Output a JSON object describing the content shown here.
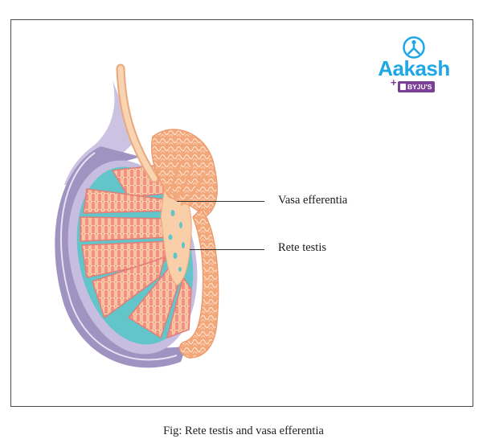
{
  "figure": {
    "caption": "Fig: Rete testis and vasa efferentia",
    "labels": [
      {
        "id": "vasa-efferentia",
        "text": "Vasa efferentia"
      },
      {
        "id": "rete-testis",
        "text": "Rete testis"
      }
    ]
  },
  "logo": {
    "icon": "aakash-person-icon",
    "wordmark": "Aakash",
    "plus": "+",
    "partner": "BYJU'S",
    "colors": {
      "brand": "#1ea7e4",
      "partner": "#7b3f98"
    }
  },
  "colors": {
    "tunica_outer": "#9f93c2",
    "tunica_inner": "#c6bde0",
    "tunica_albuginea": "#62c5c9",
    "lobule_fill": "#ef8f86",
    "tubule": "#f6b388",
    "tubule_highlight": "#fde2cc",
    "rete": "#f9cfa9",
    "epididymis": "#f3a87c",
    "vas_deferens": "#f4c49c"
  }
}
